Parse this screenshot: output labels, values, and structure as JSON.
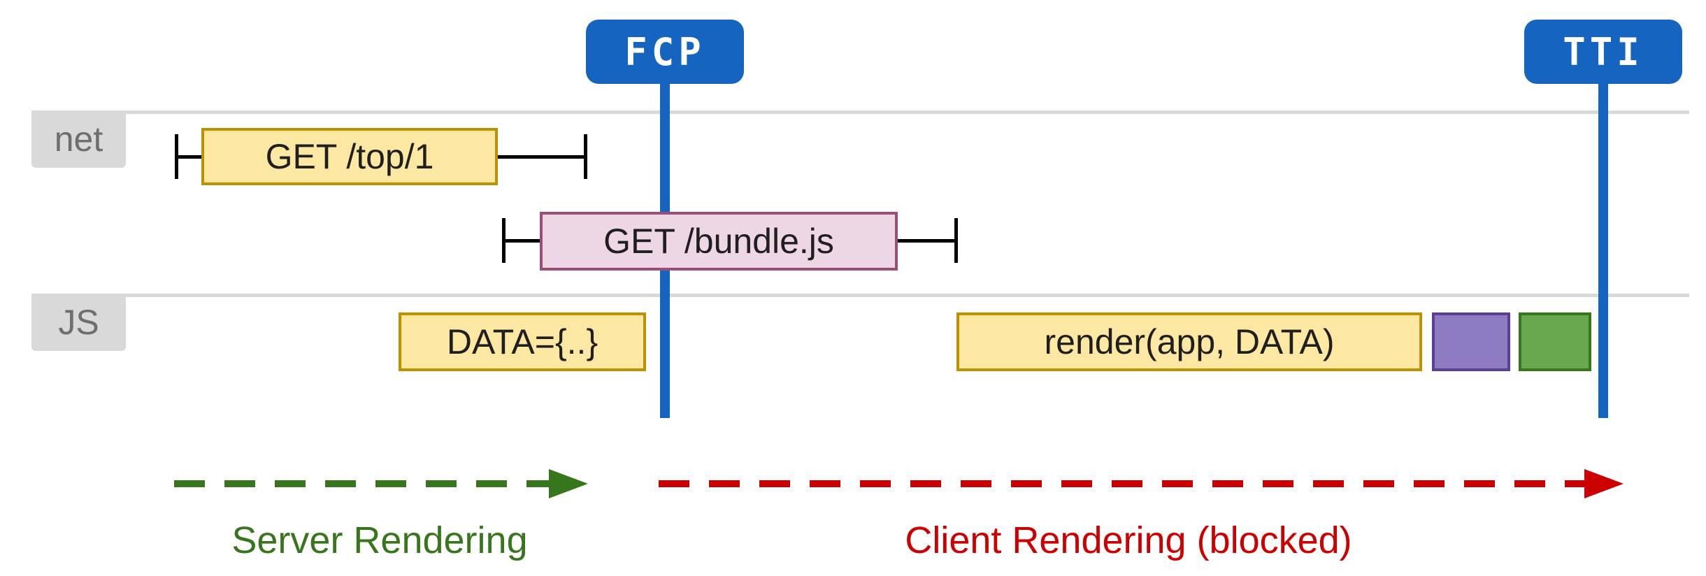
{
  "markers": [
    {
      "id": "fcp",
      "label": "FCP"
    },
    {
      "id": "tti",
      "label": "TTI"
    }
  ],
  "lanes": [
    {
      "id": "net",
      "label": "net"
    },
    {
      "id": "js",
      "label": "JS"
    }
  ],
  "network_requests": [
    {
      "id": "get-top-1",
      "label": "GET /top/1",
      "fill": "#fce8a3",
      "border": "#bf9000"
    },
    {
      "id": "get-bundle-js",
      "label": "GET /bundle.js",
      "fill": "#eed7e4",
      "border": "#9a4d79"
    }
  ],
  "js_tasks": [
    {
      "id": "data-task",
      "label": "DATA={..}",
      "fill": "#fce8a3",
      "border": "#bf9000"
    },
    {
      "id": "render-task",
      "label": "render(app, DATA)",
      "fill": "#fce8a3",
      "border": "#bf9000"
    },
    {
      "id": "purple-task",
      "label": "",
      "fill": "#8e7cc3",
      "border": "#5b3f96"
    },
    {
      "id": "green-task",
      "label": "",
      "fill": "#6aa84f",
      "border": "#38761d"
    }
  ],
  "phases": [
    {
      "id": "server-rendering",
      "label": "Server Rendering",
      "color": "#38761d"
    },
    {
      "id": "client-rendering",
      "label": "Client Rendering (blocked)",
      "color": "#cc0000"
    }
  ],
  "colors": {
    "marker_blue": "#1565c0",
    "lane_gray": "#d9d9d9",
    "lane_label_text": "#6e6e6e",
    "tick_black": "#000000",
    "server_green": "#38761d",
    "client_red": "#cc0000"
  }
}
